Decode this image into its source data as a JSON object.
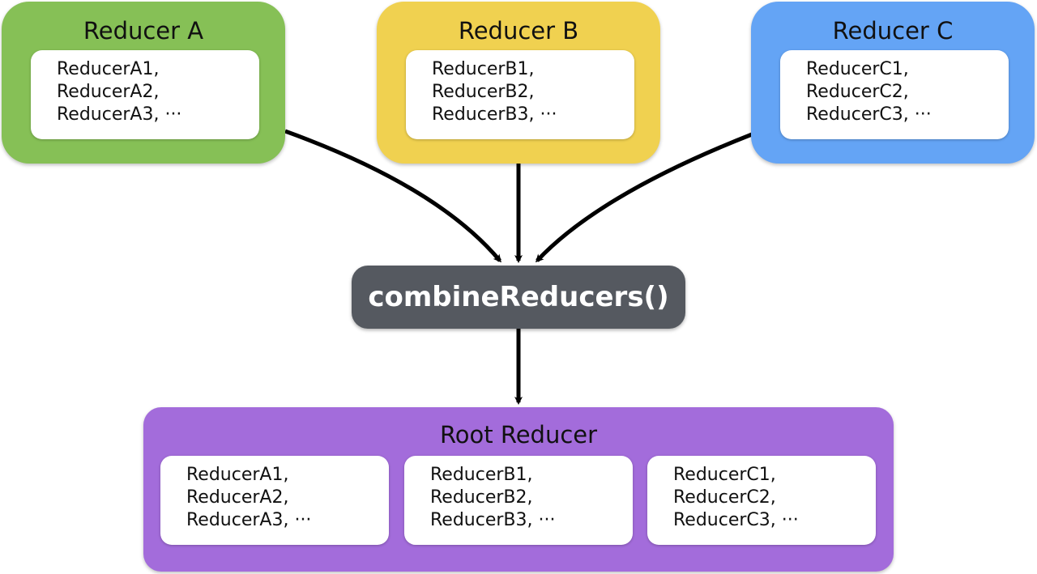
{
  "colors": {
    "reducer_a": "#86c056",
    "reducer_b": "#f0d150",
    "reducer_c": "#64a4f5",
    "combine": "#555960",
    "root": "#a36cdb",
    "arrow": "#000000"
  },
  "reducers": [
    {
      "title": "Reducer A",
      "items": [
        "ReducerA1,",
        "ReducerA2,",
        "ReducerA3, ···"
      ]
    },
    {
      "title": "Reducer B",
      "items": [
        "ReducerB1,",
        "ReducerB2,",
        "ReducerB3, ···"
      ]
    },
    {
      "title": "Reducer C",
      "items": [
        "ReducerC1,",
        "ReducerC2,",
        "ReducerC3, ···"
      ]
    }
  ],
  "combine": {
    "label": "combineReducers()"
  },
  "root": {
    "title": "Root Reducer",
    "groups": [
      {
        "items": [
          "ReducerA1,",
          "ReducerA2,",
          "ReducerA3, ···"
        ]
      },
      {
        "items": [
          "ReducerB1,",
          "ReducerB2,",
          "ReducerB3, ···"
        ]
      },
      {
        "items": [
          "ReducerC1,",
          "ReducerC2,",
          "ReducerC3, ···"
        ]
      }
    ]
  }
}
